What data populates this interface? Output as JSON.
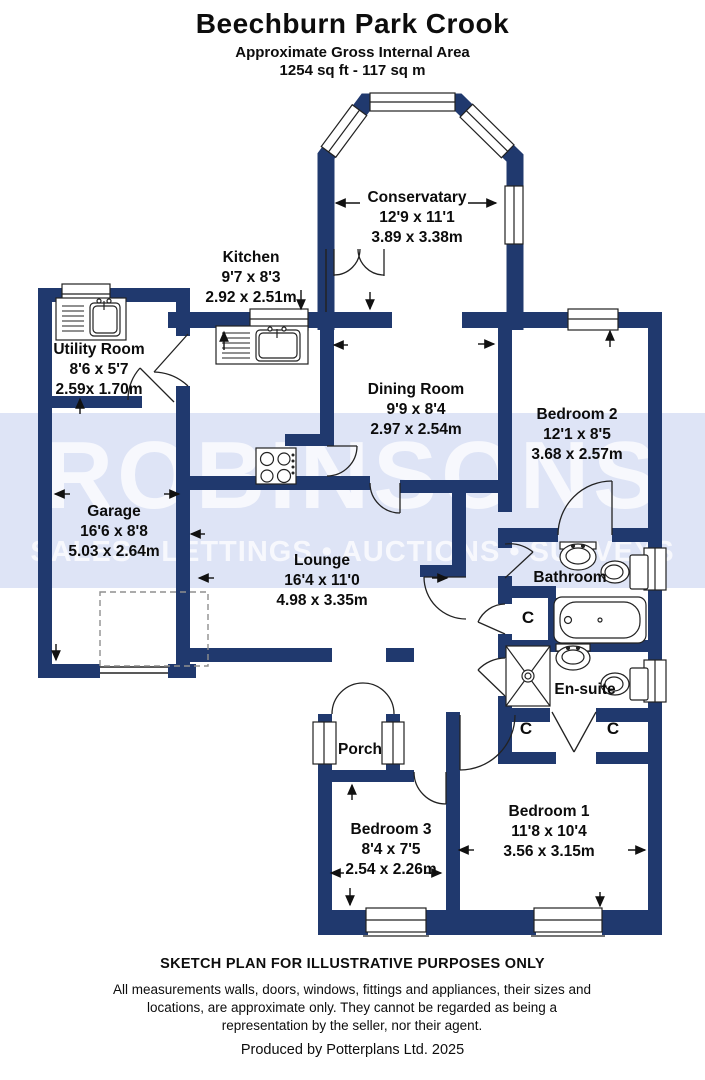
{
  "header": {
    "title": "Beechburn Park Crook",
    "subtitle": "Approximate Gross Internal Area",
    "area": "1254 sq ft - 117 sq m"
  },
  "watermark": {
    "brand": "ROBINSONS",
    "tagline": "SALES • LETTINGS • AUCTIONS • SURVEYS"
  },
  "rooms": {
    "conservatory": {
      "name": "Conservatary",
      "imperial": "12'9 x 11'1",
      "metric": "3.89 x 3.38m"
    },
    "kitchen": {
      "name": "Kitchen",
      "imperial": "9'7 x 8'3",
      "metric": "2.92 x 2.51m"
    },
    "utility": {
      "name": "Utility Room",
      "imperial": "8'6 x 5'7",
      "metric": "2.59x 1.70m"
    },
    "dining": {
      "name": "Dining Room",
      "imperial": "9'9 x 8'4",
      "metric": "2.97 x 2.54m"
    },
    "bedroom2": {
      "name": "Bedroom 2",
      "imperial": "12'1 x 8'5",
      "metric": "3.68 x 2.57m"
    },
    "garage": {
      "name": "Garage",
      "imperial": "16'6 x 8'8",
      "metric": "5.03 x 2.64m"
    },
    "lounge": {
      "name": "Lounge",
      "imperial": "16'4 x 11'0",
      "metric": "4.98 x 3.35m"
    },
    "bathroom": {
      "name": "Bathroom"
    },
    "ensuite": {
      "name": "En-suite"
    },
    "porch": {
      "name": "Porch"
    },
    "bedroom3": {
      "name": "Bedroom 3",
      "imperial": "8'4 x 7'5",
      "metric": "2.54 x 2.26m"
    },
    "bedroom1": {
      "name": "Bedroom 1",
      "imperial": "11'8 x 10'4",
      "metric": "3.56 x 3.15m"
    }
  },
  "labels": {
    "cupboard": "C"
  },
  "footer": {
    "disclaimer_title": "SKETCH PLAN FOR ILLUSTRATIVE PURPOSES ONLY",
    "disclaimer_body": "All measurements walls, doors, windows, fittings and appliances, their sizes and locations, are approximate only. They cannot be regarded as being a representation by the seller, nor their agent.",
    "producer": "Produced by Potterplans Ltd. 2025"
  },
  "colors": {
    "wall": "#20396e",
    "watermark_band": "#dee4f6",
    "watermark_text": "#f7f8fd",
    "line": "#1a1a1a"
  }
}
